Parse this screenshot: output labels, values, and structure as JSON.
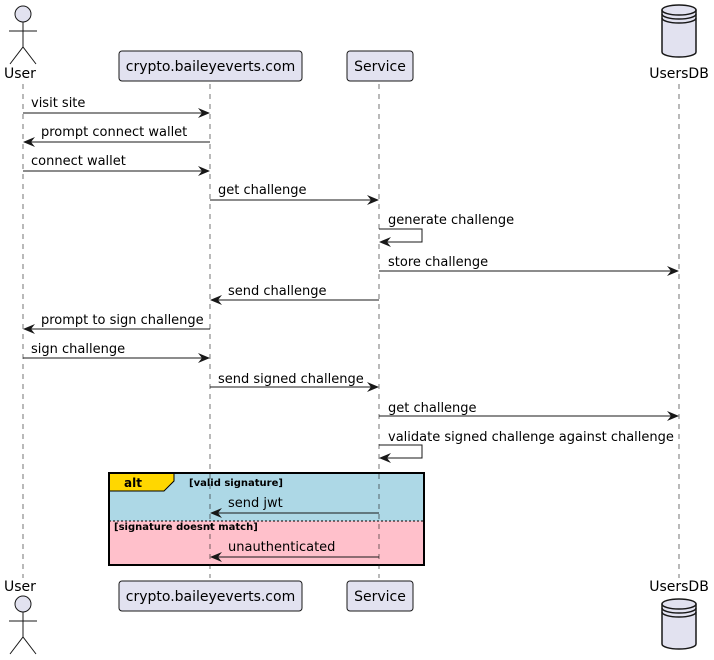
{
  "participants": {
    "user": "User",
    "site": "crypto.baileyeverts.com",
    "service": "Service",
    "db": "UsersDB"
  },
  "messages": [
    "visit site",
    "prompt connect wallet",
    "connect wallet",
    "get challenge",
    "generate challenge",
    "store challenge",
    "send challenge",
    "prompt to sign challenge",
    "sign challenge",
    "send signed challenge",
    "get challenge",
    "validate signed challenge against challenge",
    "send jwt",
    "unauthenticated"
  ],
  "alt": {
    "keyword": "alt",
    "condition_1": "[valid signature]",
    "condition_2": "[signature doesnt match]",
    "color_1": "#add8e6",
    "color_2": "#ffc0cb",
    "tab_color": "#ffd700"
  },
  "colors": {
    "participant_fill": "#e2e2f0",
    "participant_stroke": "#181818"
  }
}
